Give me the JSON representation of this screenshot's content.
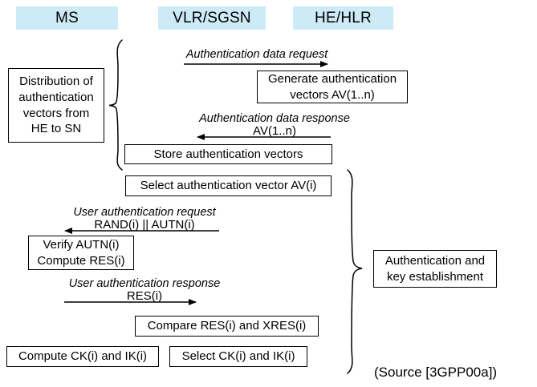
{
  "diagram": {
    "title_note": "(Source [3GPP00a])",
    "lanes": [
      {
        "name": "ms",
        "label": "MS"
      },
      {
        "name": "vlr-sgsn",
        "label": "VLR/SGSN"
      },
      {
        "name": "he-hlr",
        "label": "HE/HLR"
      }
    ],
    "phases": [
      {
        "name": "distribution",
        "label": "Distribution of\nauthentication\nvectors from\nHE to SN"
      },
      {
        "name": "auth-key-establishment",
        "label": "Authentication and\nkey establishment"
      }
    ],
    "steps": [
      {
        "name": "generate-av",
        "label": "Generate authentication\nvectors AV(1..n)"
      },
      {
        "name": "store-av",
        "label": "Store authentication vectors"
      },
      {
        "name": "select-av",
        "label": "Select authentication vector AV(i)"
      },
      {
        "name": "verify-autn",
        "label": "Verify AUTN(i)\nCompute RES(i)"
      },
      {
        "name": "compare-res",
        "label": "Compare RES(i) and XRES(i)"
      },
      {
        "name": "compute-ck-ik",
        "label": "Compute CK(i) and IK(i)"
      },
      {
        "name": "select-ck-ik",
        "label": "Select CK(i) and IK(i)"
      }
    ],
    "messages": [
      {
        "name": "authentication-data-request",
        "title": "Authentication data request",
        "payload": "",
        "direction": "right"
      },
      {
        "name": "authentication-data-response",
        "title": "Authentication data response",
        "payload": "AV(1..n)",
        "direction": "left"
      },
      {
        "name": "user-authentication-request",
        "title": "User authentication request",
        "payload": "RAND(i) || AUTN(i)",
        "direction": "left"
      },
      {
        "name": "user-authentication-response",
        "title": "User authentication response",
        "payload": "RES(i)",
        "direction": "right"
      }
    ],
    "colors": {
      "lane_header_bg": "#cdeaf7",
      "line": "#000000",
      "background": "#ffffff"
    }
  }
}
